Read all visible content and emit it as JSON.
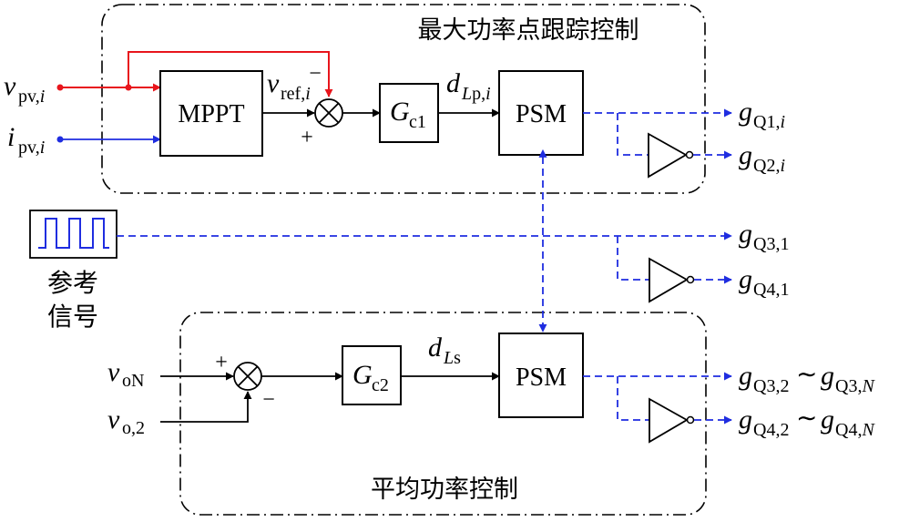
{
  "regions": {
    "mppt_title": "最大功率点跟踪控制",
    "avg_title": "平均功率控制"
  },
  "blocks": {
    "mppt": "MPPT",
    "psm_top": "PSM",
    "psm_bottom": "PSM",
    "gc1": {
      "main": "G",
      "sub": "c1"
    },
    "gc2": {
      "main": "G",
      "sub": "c2"
    }
  },
  "reference": {
    "line1": "参考",
    "line2": "信号"
  },
  "inputs": {
    "vpv": {
      "main": "v",
      "sub": "pv,",
      "sub_i": "i"
    },
    "ipv": {
      "main": "i",
      "sub": "pv,",
      "sub_i": "i"
    },
    "von": {
      "main": "v",
      "sub": "oN"
    },
    "vo2": {
      "main": "v",
      "sub": "o,2"
    }
  },
  "internal": {
    "vref": {
      "main": "v",
      "sub": "ref,",
      "sub_i": "i"
    },
    "dlp": {
      "main": "d",
      "sub_L": "L",
      "sub": "p,",
      "sub_i": "i"
    },
    "dls": {
      "main": "d",
      "sub_L": "L",
      "sub": "s"
    },
    "sum1_minus": "−",
    "sum1_plus": "+",
    "sum2_plus": "+",
    "sum2_minus": "−"
  },
  "outputs": {
    "gq1": {
      "main": "g",
      "sub": "Q1,",
      "sub_i": "i"
    },
    "gq2": {
      "main": "g",
      "sub": "Q2,",
      "sub_i": "i"
    },
    "gq31": {
      "main": "g",
      "sub": "Q3,1"
    },
    "gq41": {
      "main": "g",
      "sub": "Q4,1"
    },
    "gq3n": {
      "main": "g",
      "sub": "Q3,2",
      "tilde": "∼",
      "main2": "g",
      "sub2": "Q3,",
      "sub2_n": "N"
    },
    "gq4n": {
      "main": "g",
      "sub": "Q4,2",
      "tilde": "∼",
      "main2": "g",
      "sub2": "Q4,",
      "sub2_n": "N"
    }
  },
  "colors": {
    "vpv_line": "#e8151c",
    "ipv_line": "#1f2de0",
    "pwm_dashed": "#1f2de0",
    "black": "#000000"
  }
}
